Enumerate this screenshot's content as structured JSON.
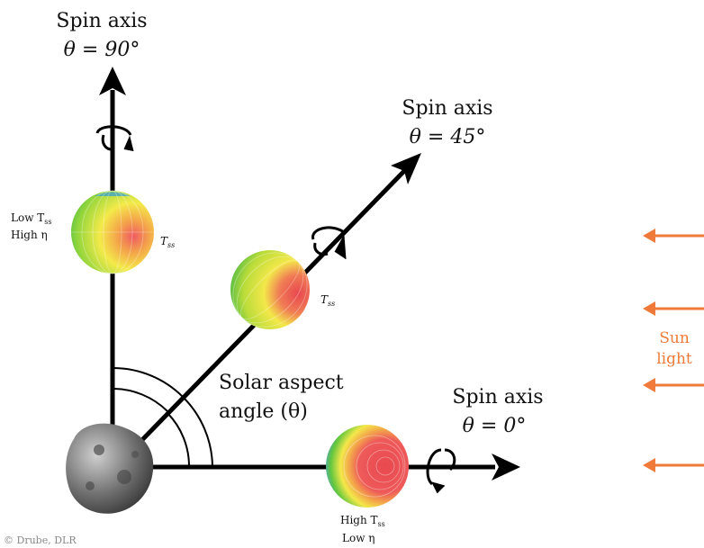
{
  "diagram": {
    "spin_axis_90": {
      "title": "Spin axis",
      "angle": "θ = 90°"
    },
    "spin_axis_45": {
      "title": "Spin axis",
      "angle": "θ = 45°"
    },
    "spin_axis_0": {
      "title": "Spin axis",
      "angle": "θ = 0°"
    },
    "aspect_label": {
      "line1": "Solar aspect",
      "line2": "angle (θ)"
    },
    "top_sphere": {
      "left_line1": "Low T",
      "left_sub1": "ss",
      "left_line2": "High η",
      "right_label": "T",
      "right_sub": "ss"
    },
    "mid_sphere": {
      "right_label": "T",
      "right_sub": "ss"
    },
    "bottom_sphere": {
      "line1": "High T",
      "sub1": "ss",
      "line2": "Low η"
    },
    "sunlight": {
      "line1": "Sun",
      "line2": "light",
      "color": "#ef7a3a"
    },
    "credit": "© Drube, DLR"
  },
  "colors": {
    "axis": "#000000",
    "sunlight": "#ef7a3a",
    "hot": "#e8505b",
    "cool": "#3fbf3f",
    "mid": "#f3e843",
    "polar": "#8a5fcf"
  }
}
